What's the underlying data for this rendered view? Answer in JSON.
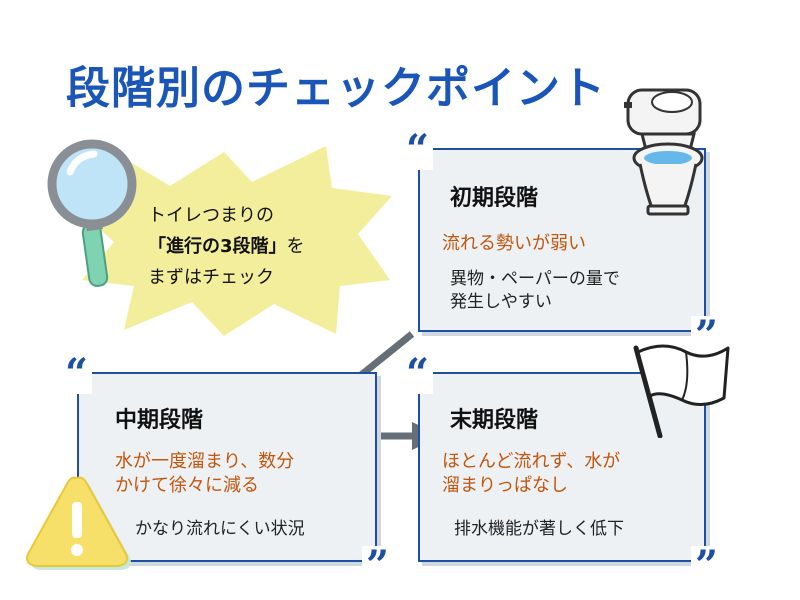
{
  "title": "段階別のチェックポイント",
  "callout": {
    "line1": "トイレつまりの",
    "line2_bold": "「進行の3段階」",
    "line2_rest": "を",
    "line3": "まずはチェック"
  },
  "stages": {
    "early": {
      "heading": "初期段階",
      "subtitle": "流れる勢いが弱い",
      "desc_line1": "異物・ペーパーの量で",
      "desc_line2": "発生しやすい"
    },
    "middle": {
      "heading": "中期段階",
      "subtitle_line1": "水が一度溜まり、数分",
      "subtitle_line2": "かけて徐々に減る",
      "desc_line1": "かなり流れにくい状況"
    },
    "late": {
      "heading": "末期段階",
      "subtitle_line1": "ほとんど流れず、水が",
      "subtitle_line2": "溜まりっぱなし",
      "desc_line1": "排水機能が著しく低下"
    }
  },
  "quote_open": "“",
  "quote_close": "”",
  "colors": {
    "title": "#1a56b8",
    "card_border": "#1e4fa0",
    "subtitle": "#c0560e",
    "burst": "#f3ee9c",
    "arrow": "#666f78"
  },
  "icons": [
    "magnifier-icon",
    "toilet-icon",
    "warning-icon",
    "white-flag-icon",
    "arrow-icon"
  ]
}
